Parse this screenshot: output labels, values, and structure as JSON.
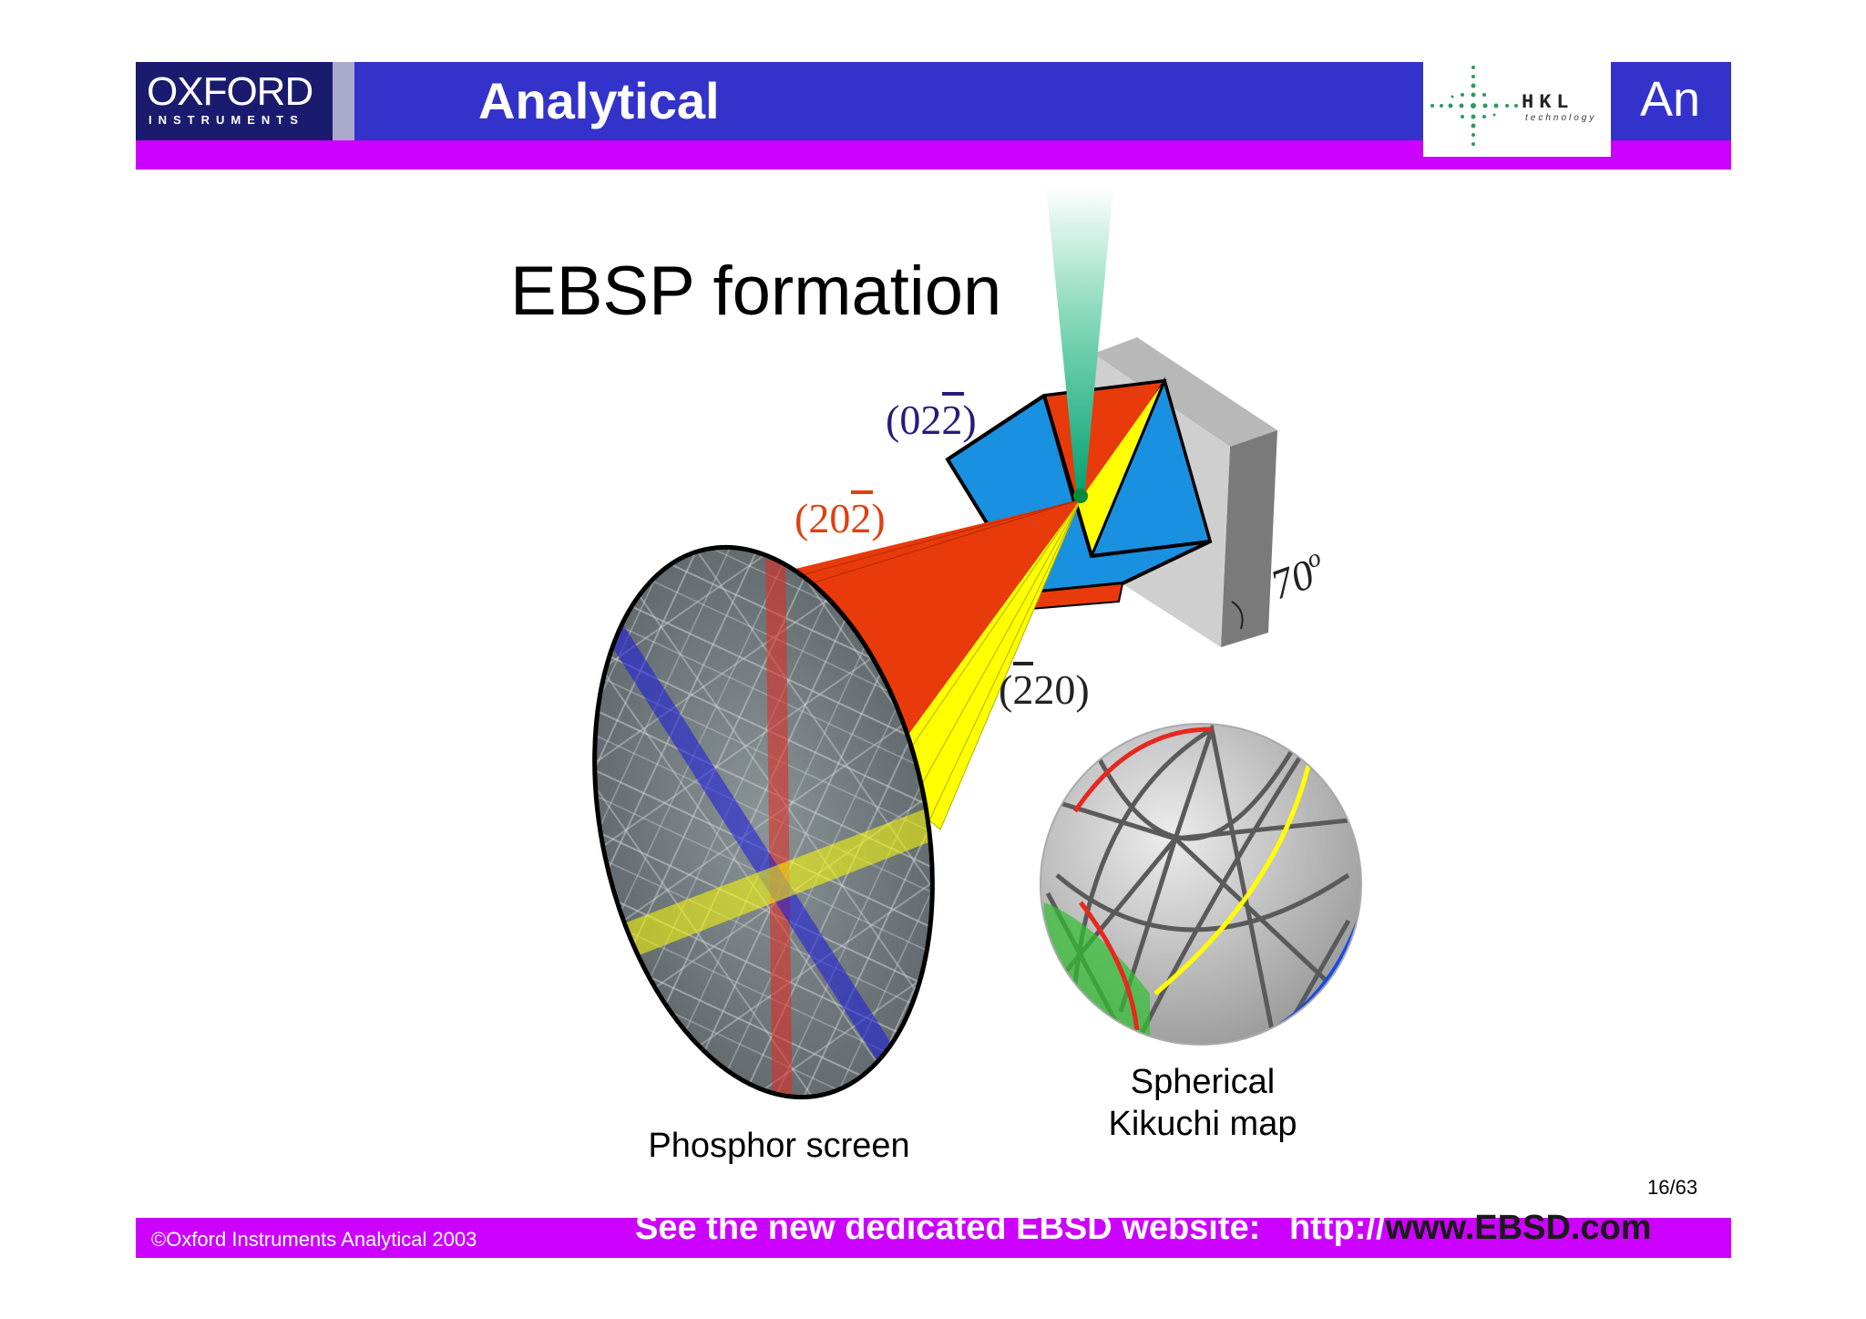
{
  "header": {
    "logo_word": "OXFORD",
    "logo_sub": "INSTRUMENTS",
    "title": "Analytical",
    "partner_logo_letters": "HKL",
    "partner_logo_sub": "technology",
    "right_fragment": "An"
  },
  "slide": {
    "title": "EBSP formation",
    "plane_labels": {
      "p022": "(022)",
      "p202": "(202)",
      "p220": "(220)"
    },
    "tilt_angle": "70",
    "tilt_angle_unit": "o",
    "captions": {
      "phosphor": "Phosphor screen",
      "kikuchi_line1": "Spherical",
      "kikuchi_line2": "Kikuchi map"
    },
    "page_number": "16/63"
  },
  "footer": {
    "copyright": "©Oxford Instruments Analytical 2003",
    "promo_prefix": "See the new dedicated EBSD website:   http://",
    "promo_url": "www.EBSD.com"
  },
  "colors": {
    "header_blue": "#3333cc",
    "accent_magenta": "#cc00ff",
    "plane_022": "#2a1a7a",
    "plane_202": "#e04010",
    "band_red": "#e8281e",
    "band_yellow": "#ffff00",
    "band_blue": "#1a90e0",
    "beam_green": "#00a070"
  }
}
